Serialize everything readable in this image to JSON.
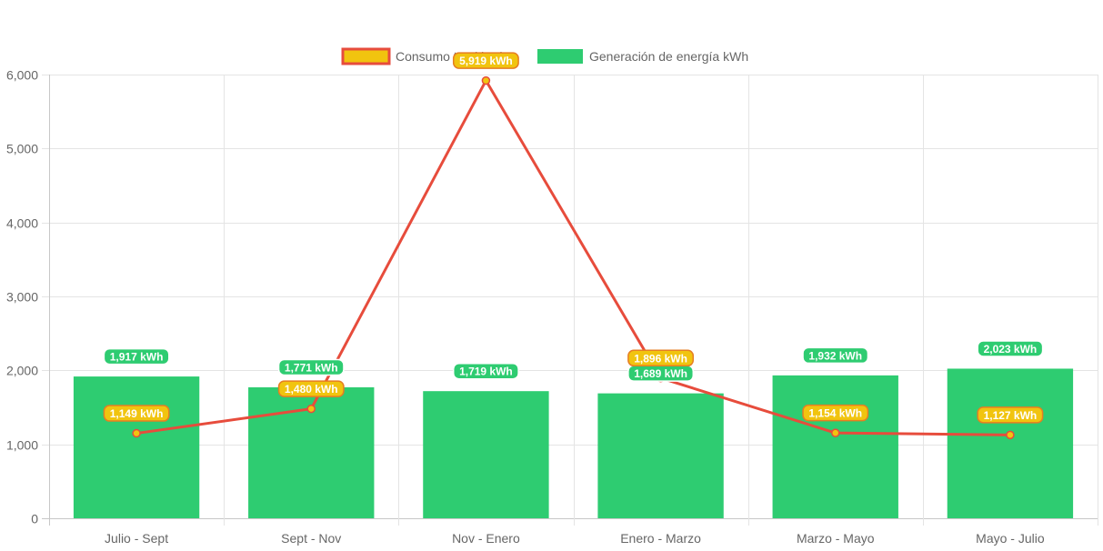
{
  "chart_data": {
    "type": "bar",
    "categories": [
      "Julio - Sept",
      "Sept - Nov",
      "Nov - Enero",
      "Enero - Marzo",
      "Marzo - Mayo",
      "Mayo - Julio"
    ],
    "series": [
      {
        "name": "Consumo total kWh",
        "kind": "line",
        "values": [
          1149,
          1480,
          5919,
          1896,
          1154,
          1127
        ],
        "labels": [
          "1,149 kWh",
          "1,480 kWh",
          "5,919 kWh",
          "1,896 kWh",
          "1,154 kWh",
          "1,127 kWh"
        ],
        "color": "#e74c3c",
        "fill": "#f1c40f"
      },
      {
        "name": "Generación de energía kWh",
        "kind": "bar",
        "values": [
          1917,
          1771,
          1719,
          1689,
          1932,
          2023
        ],
        "labels": [
          "1,917 kWh",
          "1,771 kWh",
          "1,719 kWh",
          "1,689 kWh",
          "1,932 kWh",
          "2,023 kWh"
        ],
        "color": "#2ecc71"
      }
    ],
    "yticks": [
      "0",
      "1,000",
      "2,000",
      "3,000",
      "4,000",
      "5,000",
      "6,000"
    ],
    "ylim": [
      0,
      6000
    ],
    "grid": true,
    "legend_position": "top"
  }
}
